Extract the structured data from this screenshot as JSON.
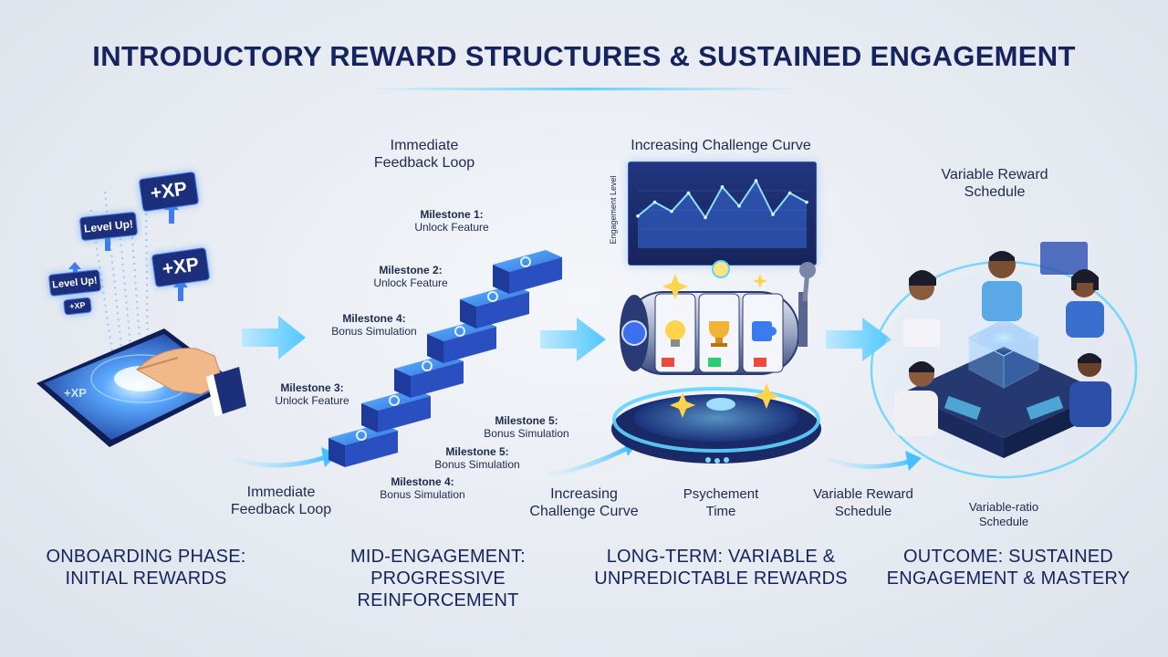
{
  "title": "INTRODUCTORY REWARD STRUCTURES & SUSTAINED ENGAGEMENT",
  "colors": {
    "navy": "#15245e",
    "accent_blue": "#3f7bf0",
    "glow_cyan": "#5fd4ff"
  },
  "onboarding": {
    "chips": [
      "+XP",
      "Level Up!",
      "+XP",
      "Level Up!",
      "+XP"
    ],
    "tablet_text": "+XP",
    "phase_line1": "ONBOARDING PHASE:",
    "phase_line2": "INITIAL REWARDS"
  },
  "mid": {
    "top_label_line1": "Immediate",
    "top_label_line2": "Feedback Loop",
    "bottom_label_line1": "Immediate",
    "bottom_label_line2": "Feedback Loop",
    "milestones": [
      {
        "title": "Milestone 1:",
        "sub": "Unlock Feature"
      },
      {
        "title": "Milestone 2:",
        "sub": "Unlock Feature"
      },
      {
        "title": "Milestone 4:",
        "sub": "Bonus Simulation"
      },
      {
        "title": "Milestone 3:",
        "sub": "Unlock Feature"
      },
      {
        "title": "Milestone 5:",
        "sub": "Bonus Simulation"
      },
      {
        "title": "Milestone 5:",
        "sub": "Bonus Simulation"
      },
      {
        "title": "Milestone 4:",
        "sub": "Bonus Simulation"
      }
    ],
    "phase_line1": "MID-ENGAGEMENT:",
    "phase_line2": "PROGRESSIVE REINFORCEMENT"
  },
  "longterm": {
    "chart_title": "Increasing Challenge Curve",
    "y_axis_label": "Engagement Level",
    "curve_values": [
      42,
      60,
      48,
      72,
      40,
      80,
      55,
      88,
      44,
      72,
      60
    ],
    "bottom_left_line1": "Increasing",
    "bottom_left_line2": "Challenge Curve",
    "bottom_right_line1": "Psychement",
    "bottom_right_line2": "Time",
    "phase_line1": "LONG-TERM: VARIABLE &",
    "phase_line2": "UNPREDICTABLE REWARDS"
  },
  "outcome": {
    "top_label_line1": "Variable Reward",
    "top_label_line2": "Schedule",
    "bottom_label_line1": "Variable Reward",
    "bottom_label_line2": "Schedule",
    "ratio_line1": "Variable-ratio",
    "ratio_line2": "Schedule",
    "phase_line1": "OUTCOME: SUSTAINED",
    "phase_line2": "ENGAGEMENT & MASTERY"
  }
}
